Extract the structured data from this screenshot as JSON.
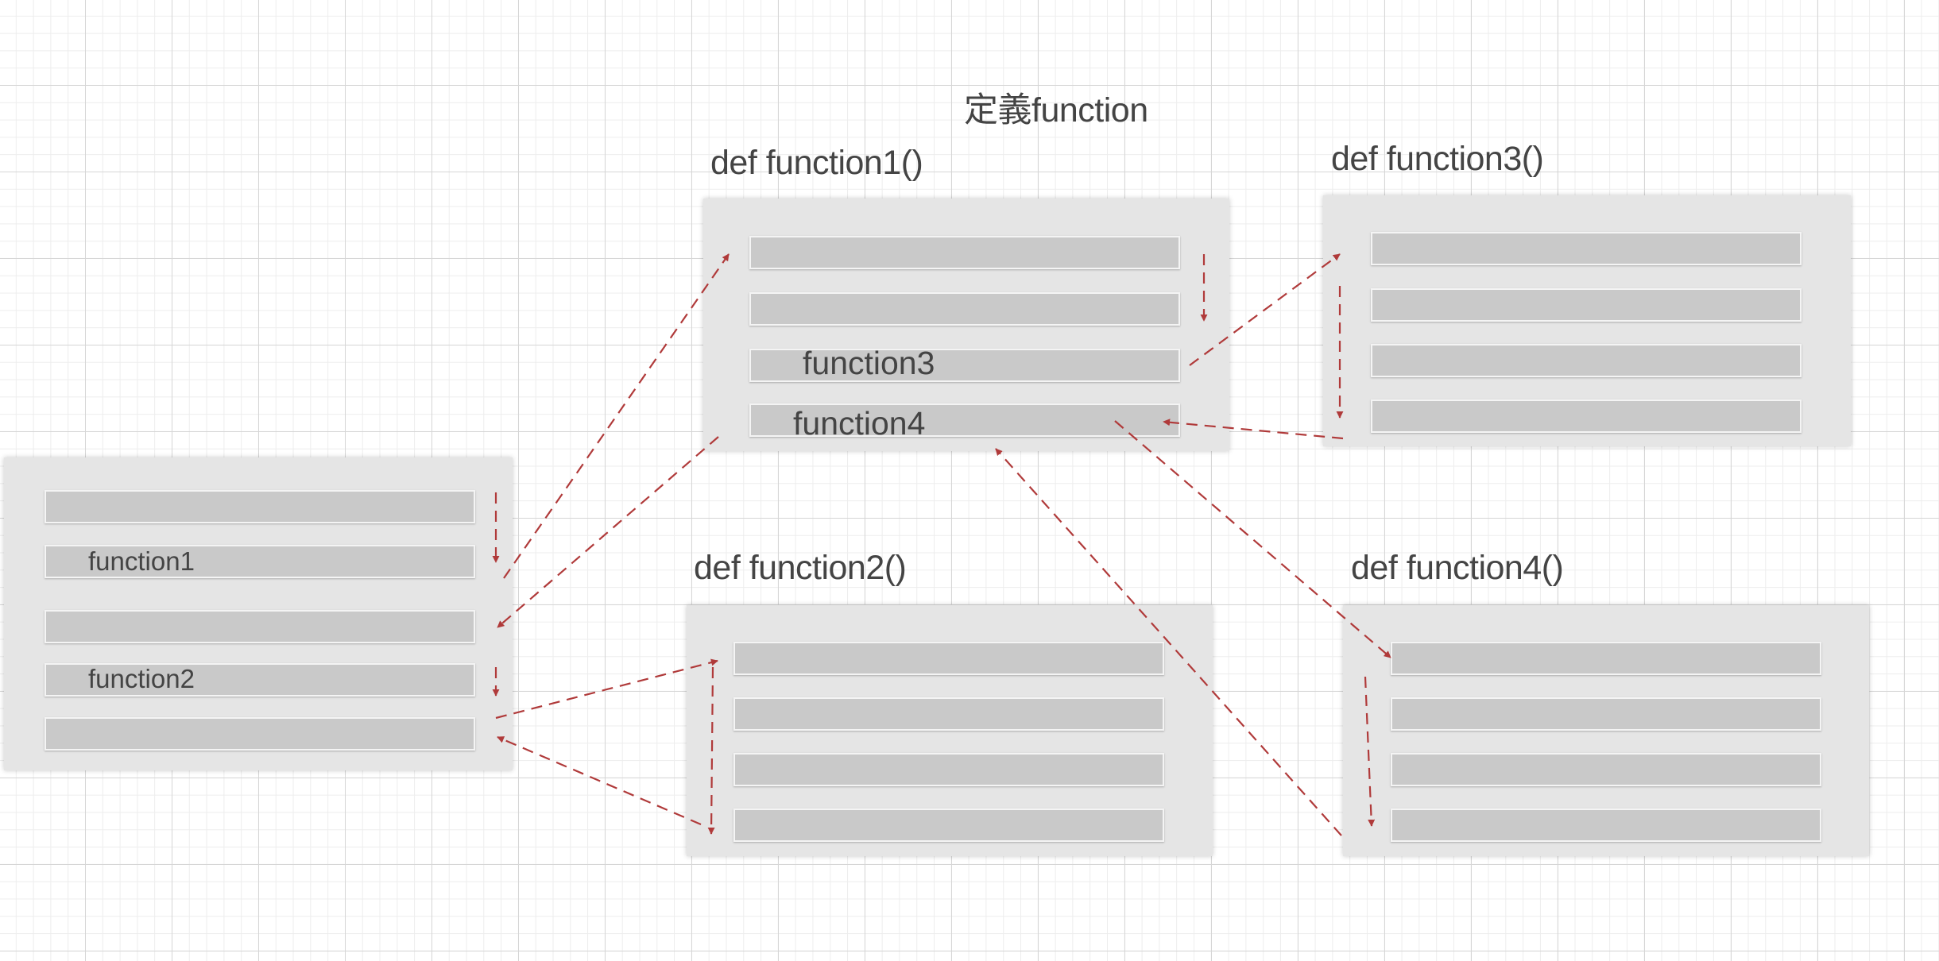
{
  "diagram": {
    "heading": "定義function",
    "main_block": {
      "bar_labels": [
        "function1",
        "function2"
      ]
    },
    "function1_block": {
      "title": "def function1()",
      "bar_labels": [
        "function3",
        "function4"
      ]
    },
    "function2_block": {
      "title": "def function2()"
    },
    "function3_block": {
      "title": "def function3()"
    },
    "function4_block": {
      "title": "def function4()"
    },
    "colors": {
      "arrow": "#b03a3a",
      "box_fill": "#e5e5e5",
      "bar_fill": "#c9c9c9",
      "text": "#444444"
    }
  }
}
